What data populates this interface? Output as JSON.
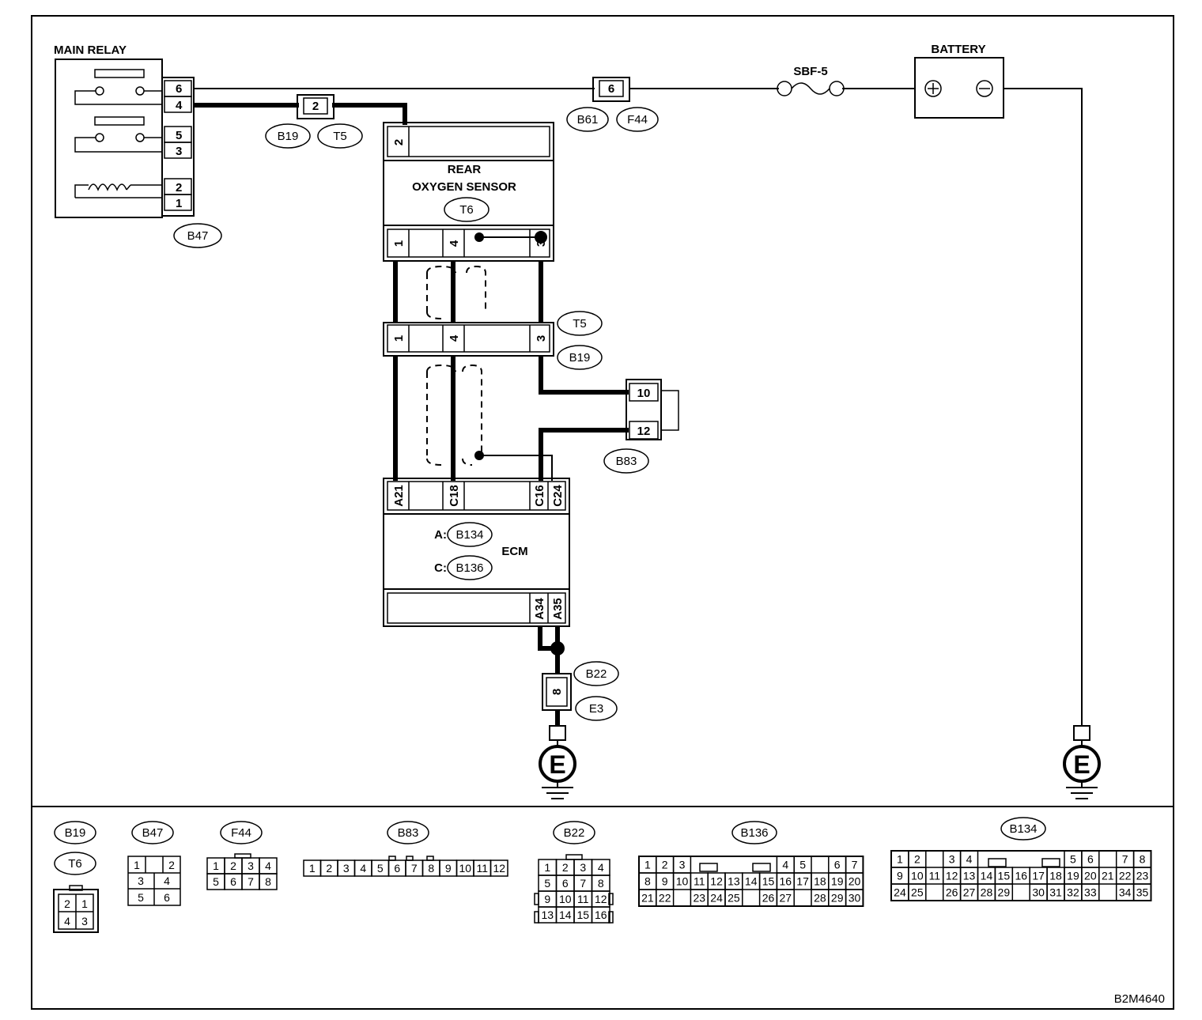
{
  "diagram": {
    "components": {
      "main_relay": {
        "title": "MAIN RELAY",
        "connector": "B47",
        "pins": [
          "6",
          "4",
          "5",
          "3",
          "2",
          "1"
        ]
      },
      "battery": {
        "title": "BATTERY"
      },
      "fuse": {
        "title": "SBF-5"
      },
      "rear_oxygen_sensor": {
        "title_line1": "REAR",
        "title_line2": "OXYGEN SENSOR",
        "connector": "T6",
        "top_pin": "2",
        "bottom_pins": [
          "1",
          "4",
          "3"
        ]
      },
      "ecm": {
        "title": "ECM",
        "conn_a_prefix": "A:",
        "conn_a": "B134",
        "conn_c_prefix": "C:",
        "conn_c": "B136",
        "top_pins": [
          "A21",
          "C18",
          "C16",
          "C24"
        ],
        "bottom_pins": [
          "A34",
          "A35"
        ]
      }
    },
    "connectors": {
      "b19_t5_upper": {
        "pin": "2",
        "label_a": "B19",
        "label_b": "T5"
      },
      "b61_f44": {
        "pin": "6",
        "label_a": "B61",
        "label_b": "F44"
      },
      "t5_b19_mid": {
        "pins": [
          "1",
          "4",
          "3"
        ],
        "label_a": "T5",
        "label_b": "B19"
      },
      "b83": {
        "pins": [
          "10",
          "12"
        ],
        "label": "B83"
      },
      "b22_e3": {
        "pin": "8",
        "label_a": "B22",
        "label_b": "E3"
      }
    },
    "grounds": {
      "left": "E",
      "right": "E"
    },
    "legend": {
      "b19_t6": {
        "label_a": "B19",
        "label_b": "T6",
        "cells": [
          "2",
          "1",
          "4",
          "3"
        ]
      },
      "b47": {
        "label": "B47",
        "cells": [
          "1",
          "",
          "2",
          "3",
          "4",
          "5",
          "6"
        ]
      },
      "f44": {
        "label": "F44",
        "cells": [
          "1",
          "2",
          "3",
          "4",
          "5",
          "6",
          "7",
          "8"
        ]
      },
      "b83": {
        "label": "B83",
        "cells": [
          "1",
          "2",
          "3",
          "4",
          "5",
          "6",
          "7",
          "8",
          "9",
          "10",
          "11",
          "12"
        ]
      },
      "b22": {
        "label": "B22",
        "cells": [
          "1",
          "2",
          "3",
          "4",
          "5",
          "6",
          "7",
          "8",
          "9",
          "10",
          "11",
          "12",
          "13",
          "14",
          "15",
          "16"
        ]
      },
      "b136": {
        "label": "B136",
        "row1": [
          "1",
          "2",
          "3",
          "4",
          "5",
          "6",
          "7"
        ],
        "row2": [
          "8",
          "9",
          "10",
          "11",
          "12",
          "13",
          "14",
          "15",
          "16",
          "17",
          "18",
          "19",
          "20"
        ],
        "row3": [
          "21",
          "22",
          "23",
          "24",
          "25",
          "26",
          "27",
          "28",
          "29",
          "30"
        ]
      },
      "b134": {
        "label": "B134",
        "row1": [
          "1",
          "2",
          "3",
          "4",
          "5",
          "6",
          "7",
          "8"
        ],
        "row2": [
          "9",
          "10",
          "11",
          "12",
          "13",
          "14",
          "15",
          "16",
          "17",
          "18",
          "19",
          "20",
          "21",
          "22",
          "23"
        ],
        "row3": [
          "24",
          "25",
          "26",
          "27",
          "28",
          "29",
          "30",
          "31",
          "32",
          "33",
          "34",
          "35"
        ]
      }
    },
    "figure_code": "B2M4640"
  }
}
